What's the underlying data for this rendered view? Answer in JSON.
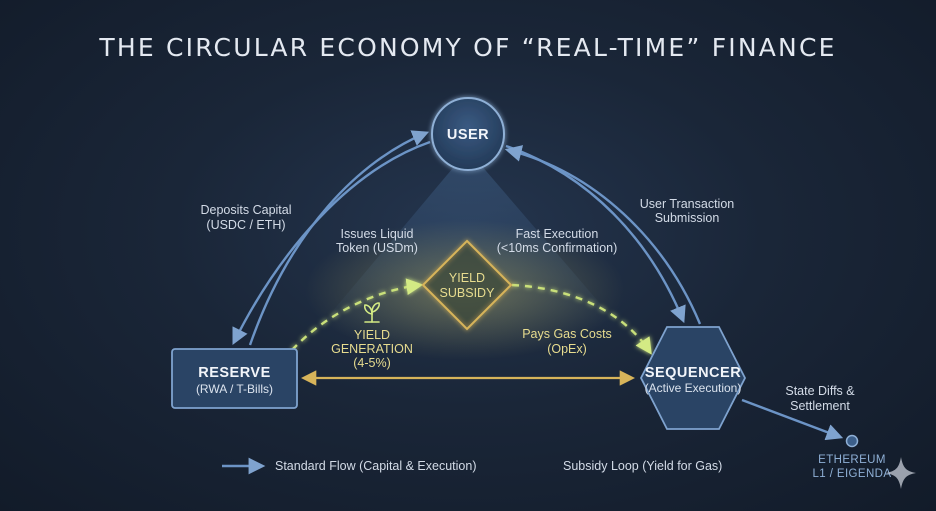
{
  "title": "THE CIRCULAR ECONOMY OF “REAL-TIME” FINANCE",
  "nodes": {
    "user": {
      "label": "USER"
    },
    "reserve": {
      "label": "RESERVE",
      "sublabel": "(RWA / T-Bills)"
    },
    "sequencer": {
      "label": "SEQUENCER",
      "sublabel": "(Active Execution)"
    },
    "yield_subsidy": {
      "line1": "YIELD",
      "line2": "SUBSIDY"
    },
    "ethereum": {
      "line1": "ETHEREUM",
      "line2": "L1 / EIGENDA"
    }
  },
  "edges": {
    "deposits_capital": {
      "line1": "Deposits Capital",
      "line2": "(USDC / ETH)"
    },
    "issues_token": {
      "line1": "Issues Liquid",
      "line2": "Token (USDm)"
    },
    "fast_execution": {
      "line1": "Fast Execution",
      "line2": "(<10ms Confirmation)"
    },
    "user_tx": {
      "line1": "User Transaction",
      "line2": "Submission"
    },
    "yield_generation": {
      "line1": "YIELD",
      "line2": "GENERATION",
      "line3": "(4-5%)"
    },
    "pays_gas": {
      "line1": "Pays Gas Costs",
      "line2": "(OpEx)"
    },
    "state_diffs": {
      "line1": "State Diffs &",
      "line2": "Settlement"
    }
  },
  "legend": {
    "standard": "Standard Flow (Capital & Execution)",
    "subsidy": "Subsidy Loop (Yield for Gas)"
  },
  "colors": {
    "blue_flow": "#6c94c6",
    "node_fill": "#2b4566",
    "node_stroke": "#7fa3cf",
    "subsidy_dash": "#c9e07a",
    "gold": "#d7b45a"
  },
  "icons": {
    "sprout": "sprout-icon",
    "corner_mark": "sparkle-icon"
  }
}
